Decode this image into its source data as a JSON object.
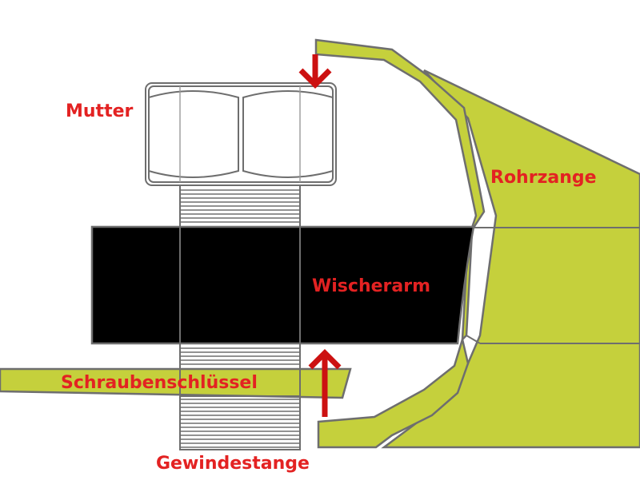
{
  "labels": {
    "mutter": "Mutter",
    "rohrzange": "Rohrzange",
    "wischerarm": "Wischerarm",
    "schraubenschluessel": "Schraubenschlüssel",
    "gewindestange": "Gewindestange"
  },
  "colors": {
    "tool_fill": "#c5d03c",
    "outline": "#6e6e6e",
    "arm_fill": "#000000",
    "label": "#e32222",
    "arrow": "#cc1111"
  },
  "icons": {
    "force_arrow_top": "arrow-down-icon",
    "force_arrow_bottom": "arrow-up-icon"
  }
}
